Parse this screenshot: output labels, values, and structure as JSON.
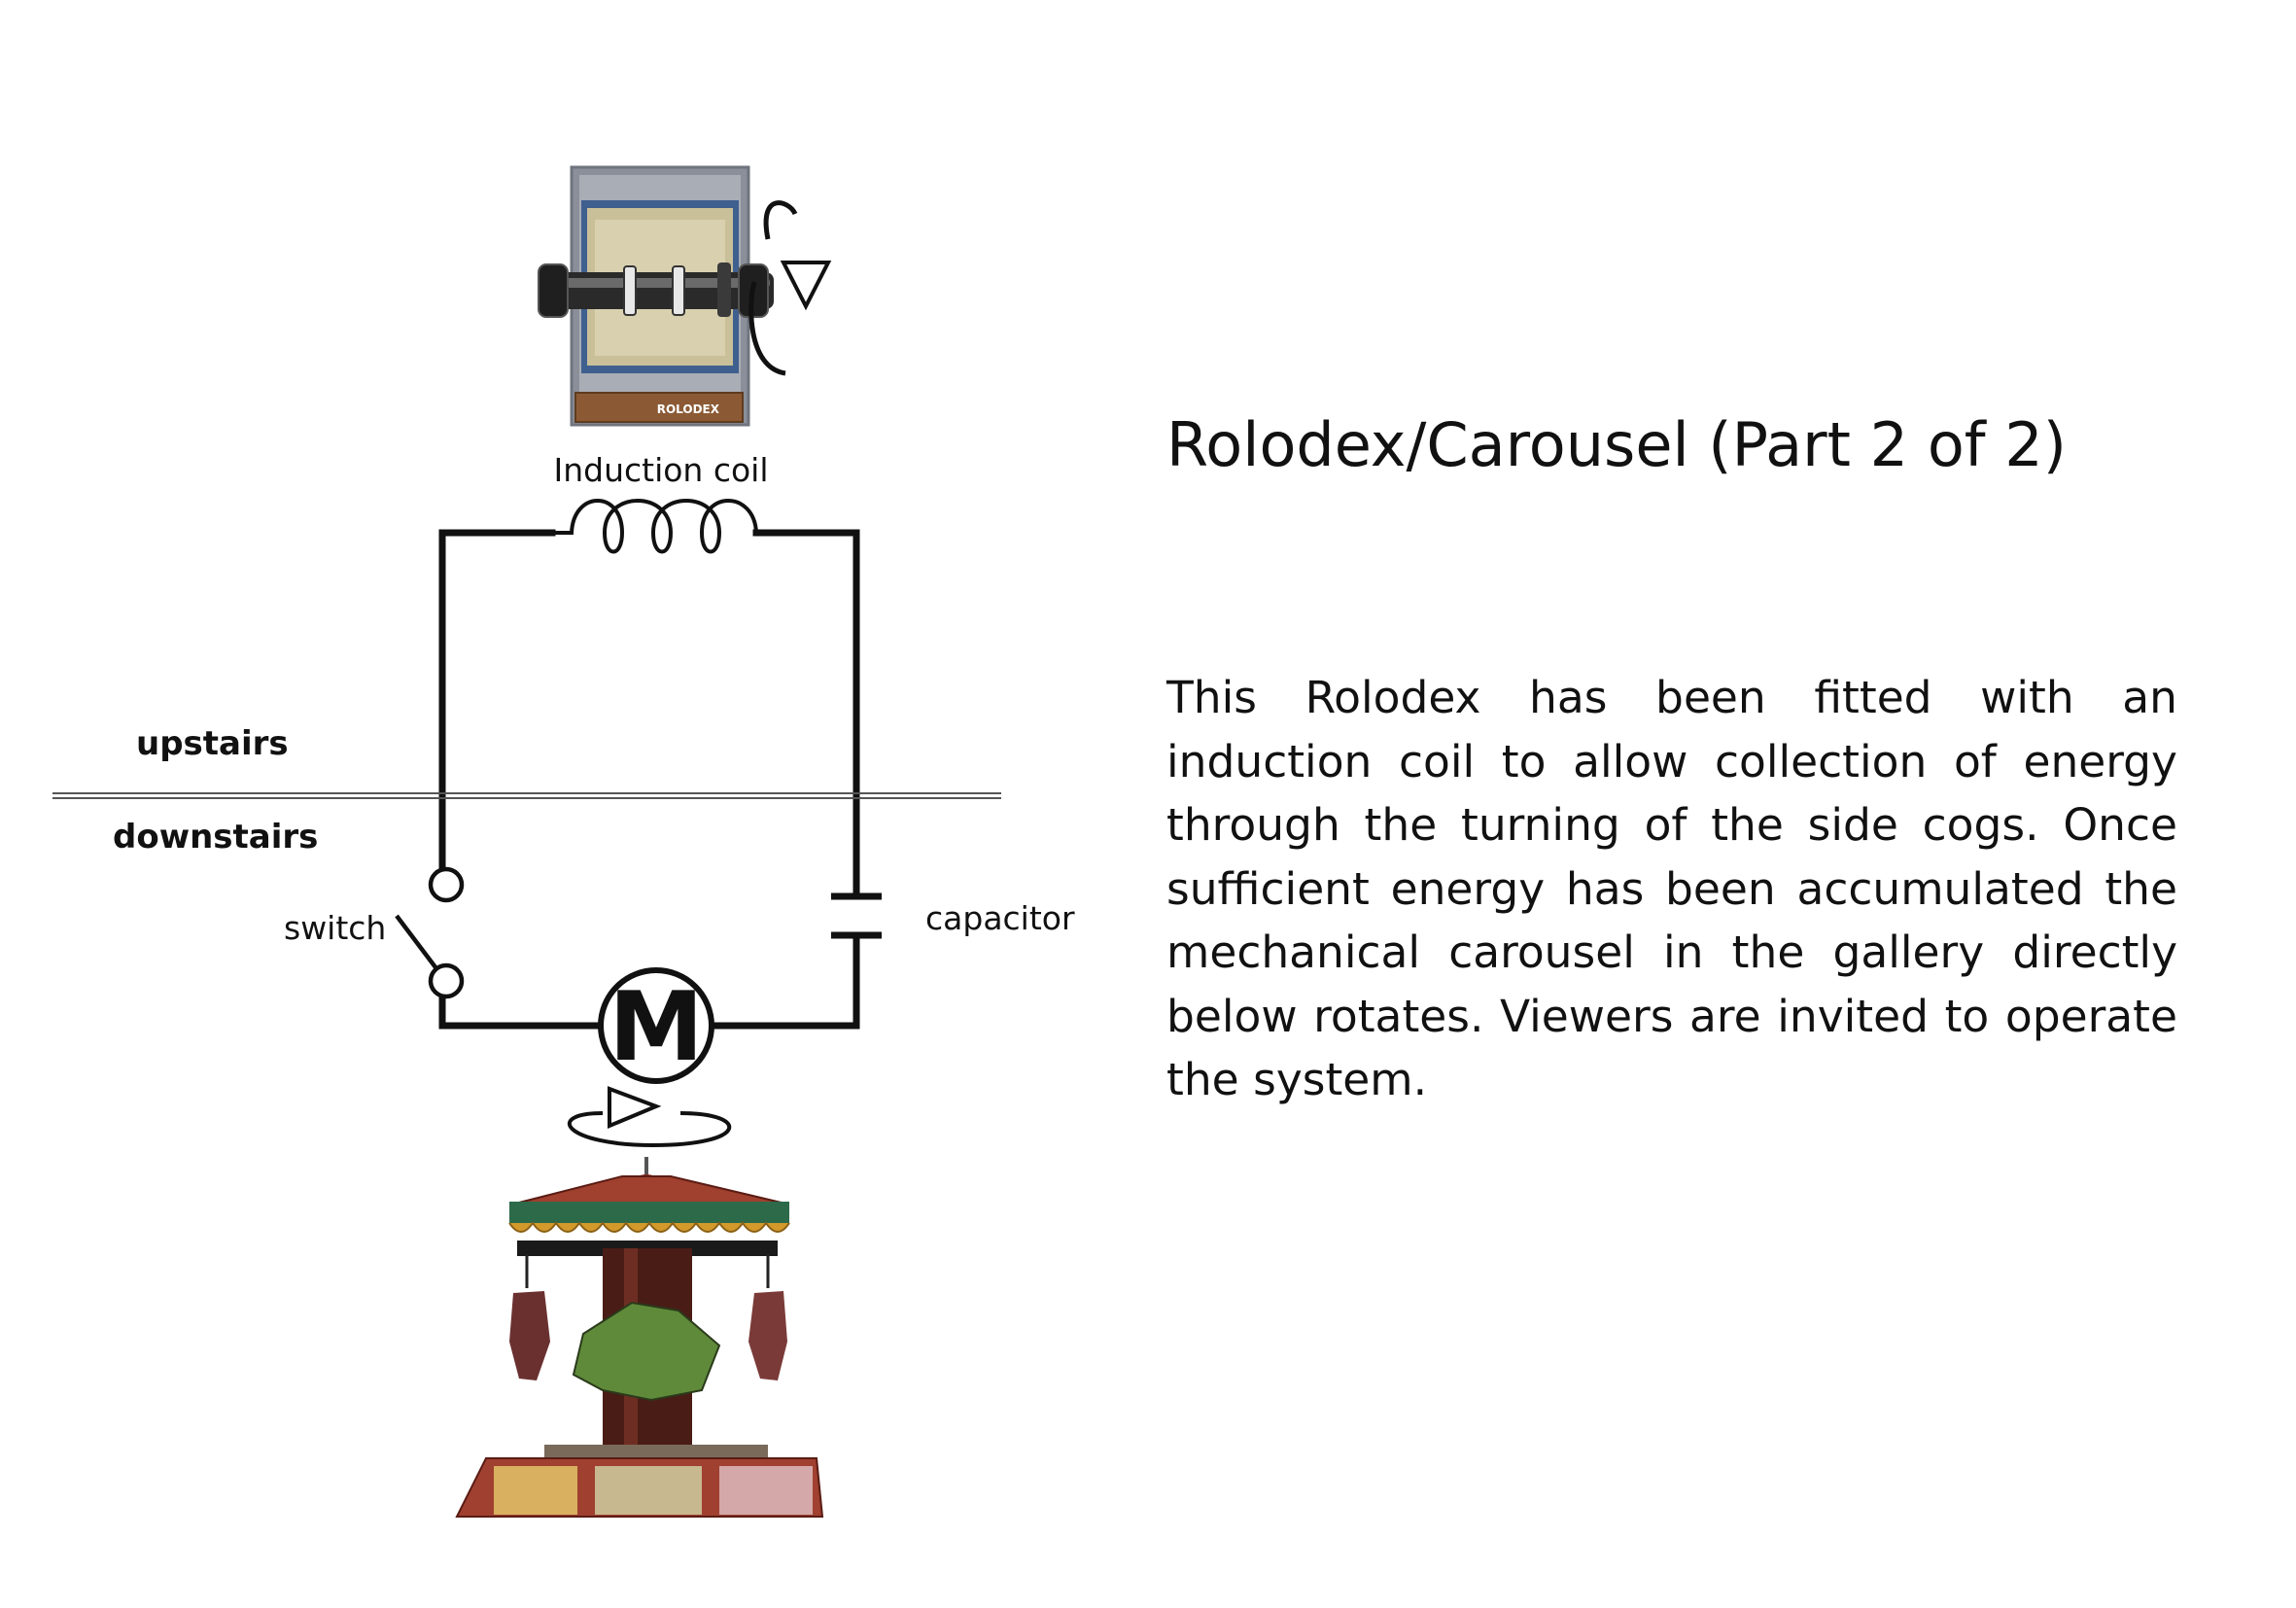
{
  "page": {
    "title": "Rolodex/Carousel (Part 2 of 2)",
    "description": "This Rolodex has been fitted with an induction coil to allow collection of energy through the turning of the side cogs.  Once sufficient energy has been accumulated the mechanical carousel in the gallery directly below rotates. Viewers are invited to operate the system."
  },
  "diagram": {
    "induction_coil_label": "Induction coil",
    "switch_label": "switch",
    "capacitor_label": "capacitor",
    "upstairs_label": "upstairs",
    "downstairs_label": "downstairs",
    "motor_symbol": "M",
    "rolodex_brand": "ROLODEX"
  },
  "colors": {
    "wire": "#111111",
    "rolodex_frame": "#8a8f99",
    "rolodex_card": "#c9c09a",
    "rolodex_base": "#8b5a34",
    "carousel_canopy": "#a0402e",
    "carousel_pillar": "#4a1c16"
  }
}
